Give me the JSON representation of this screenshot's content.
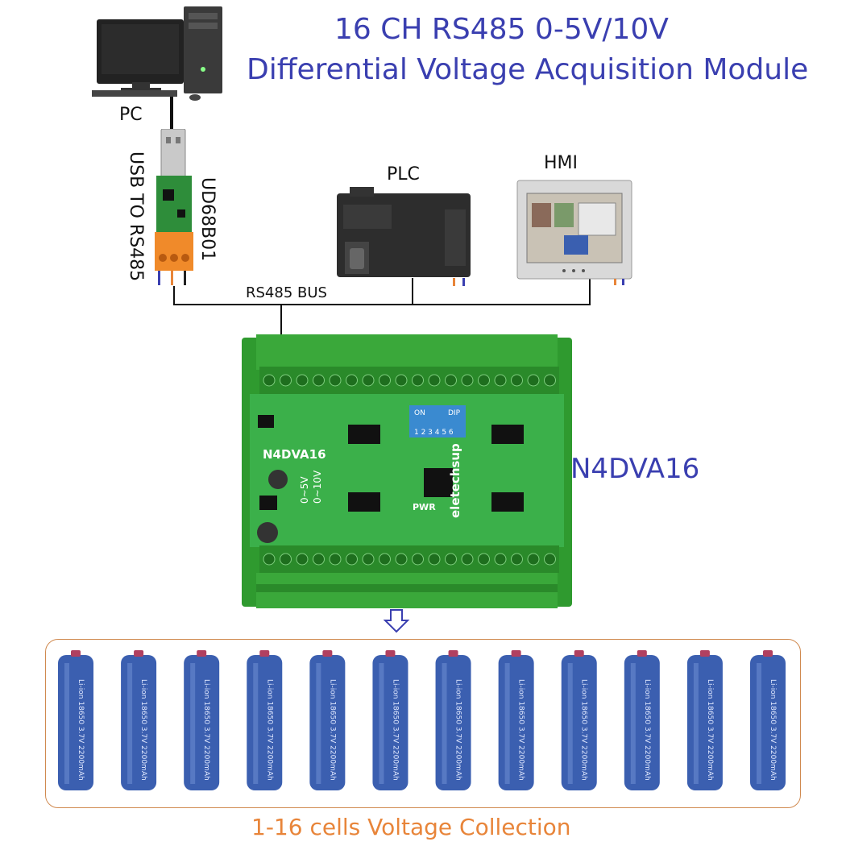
{
  "title": {
    "line1": "16 CH RS485 0-5V/10V",
    "line2": "Differential Voltage Acquisition Module"
  },
  "devices": {
    "pc_label": "PC",
    "converter_label_left": "USB TO RS485",
    "converter_label_right": "UD68B01",
    "plc_label": "PLC",
    "hmi_label": "HMI",
    "bus_label": "RS485 BUS"
  },
  "module": {
    "name": "N4DVA16",
    "board_silk_name": "N4DVA16",
    "brand": "eletechsup",
    "range_a": "0~5V",
    "range_b": "0~10V",
    "pwr": "PWR",
    "dip_on": "ON",
    "dip_label": "DIP",
    "dip_numbers": "1 2 3 4 5 6"
  },
  "batteries": {
    "count": 12,
    "print": "Li-ion 18650 3.7V 2200mAh"
  },
  "footer": "1-16 cells Voltage Collection",
  "colors": {
    "title": "#3a3fb0",
    "footer": "#e8853a",
    "board": "#2f9a2f",
    "battery": "#3b5fb0",
    "frame": "#d08a50"
  }
}
